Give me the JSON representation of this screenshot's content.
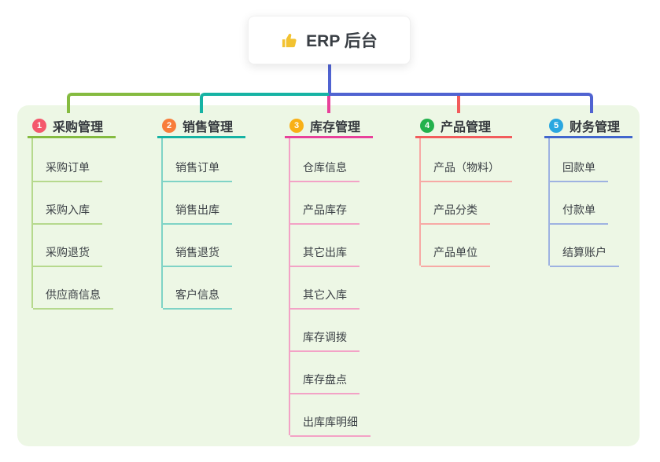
{
  "root": {
    "label": "ERP 后台",
    "icon": "thumbs-up-icon",
    "icon_color": "#f2c231"
  },
  "branches": [
    {
      "index": "1",
      "label": "采购管理",
      "badge_color": "#f4586c",
      "line_color": "#85bb40",
      "child_line_color": "#b6d98d",
      "children": [
        "采购订单",
        "采购入库",
        "采购退货",
        "供应商信息"
      ]
    },
    {
      "index": "2",
      "label": "销售管理",
      "badge_color": "#f87d3b",
      "line_color": "#16b3a4",
      "child_line_color": "#7fd3c6",
      "children": [
        "销售订单",
        "销售出库",
        "销售退货",
        "客户信息"
      ]
    },
    {
      "index": "3",
      "label": "库存管理",
      "badge_color": "#f8b017",
      "line_color": "#e8419a",
      "child_line_color": "#f3a2c6",
      "children": [
        "仓库信息",
        "产品库存",
        "其它出库",
        "其它入库",
        "库存调拨",
        "库存盘点",
        "出库库明细"
      ]
    },
    {
      "index": "4",
      "label": "产品管理",
      "badge_color": "#23b14d",
      "line_color": "#f25c5c",
      "child_line_color": "#f7a9a5",
      "children": [
        "产品（物料）",
        "产品分类",
        "产品单位"
      ]
    },
    {
      "index": "5",
      "label": "财务管理",
      "badge_color": "#2aa7e0",
      "line_color": "#4166cd",
      "child_line_color": "#9eb2e1",
      "children": [
        "回款单",
        "付款单",
        "结算账户"
      ]
    }
  ],
  "colors": {
    "root_connector": "#5063d1",
    "panel_bg": "#edf7e5",
    "card_bg": "#ffffff",
    "text_dark": "#34383d"
  }
}
